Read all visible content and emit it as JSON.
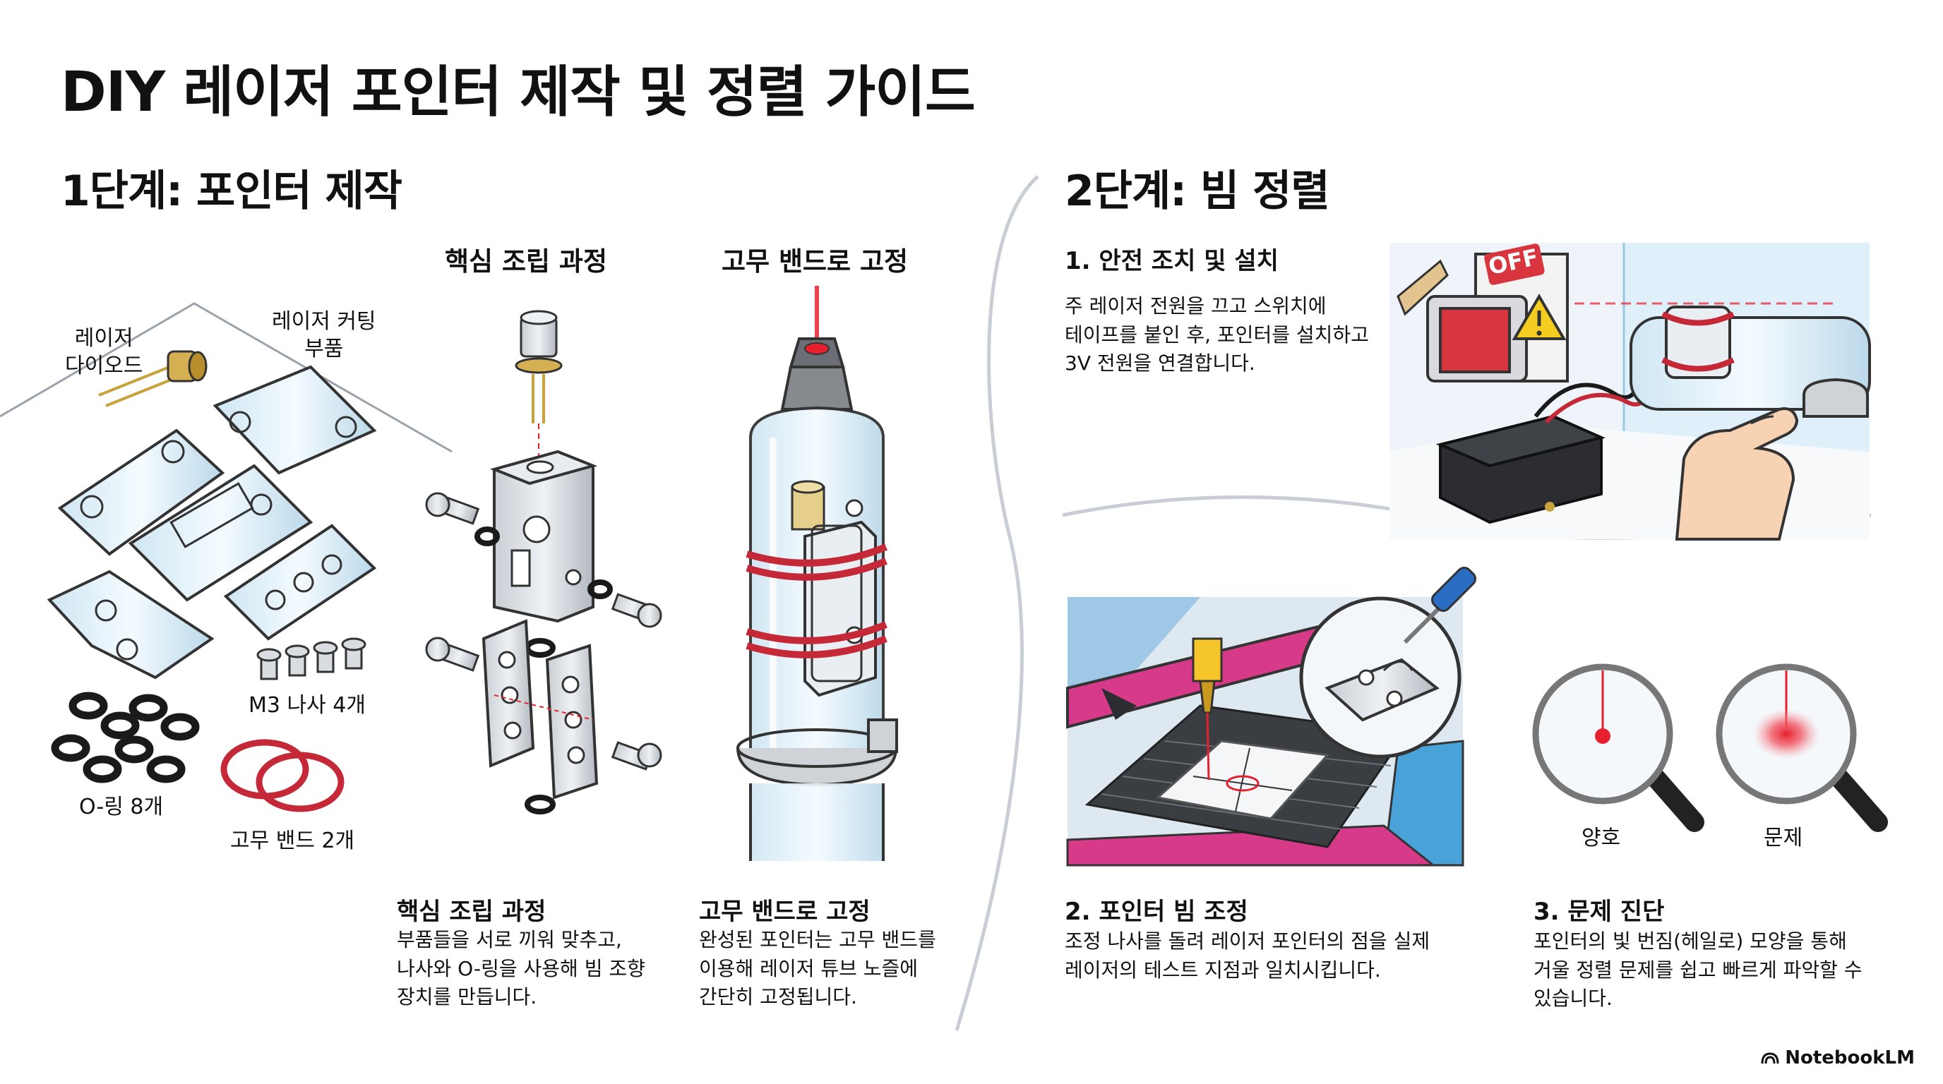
{
  "title": "DIY 레이저 포인터 제작 및 정렬 가이드",
  "stage1": {
    "heading": "1단계: 포인터 제작",
    "col_assembly": "핵심 조립 과정",
    "col_band": "고무 밴드로 고정",
    "parts": {
      "diode": "레이저\n다이오드",
      "cut_parts": "레이저 커팅\n부품",
      "screws": "M3 나사 4개",
      "orings": "O-링 8개",
      "bands": "고무 밴드 2개"
    },
    "assembly_caption": {
      "title": "핵심 조립 과정",
      "text": "부품들을 서로 끼워 맞추고,\n나사와 O-링을 사용해 빔 조향\n장치를 만듭니다."
    },
    "band_caption": {
      "title": "고무 밴드로 고정",
      "text": "완성된 포인터는 고무 밴드를\n이용해 레이저 튜브 노즐에\n간단히 고정됩니다."
    }
  },
  "stage2": {
    "heading": "2단계: 빔 정렬",
    "step1": {
      "title": "1. 안전 조치 및 설치",
      "text": "주 레이저 전원을 끄고 스위치에\n테이프를 붙인 후, 포인터를 설치하고\n3V 전원을 연결합니다.",
      "off_label": "OFF"
    },
    "step2": {
      "title": "2. 포인터 빔 조정",
      "text": "조정 나사를 돌려 레이저 포인터의 점을 실제\n레이저의 테스트 지점과 일치시킵니다."
    },
    "step3": {
      "title": "3. 문제 진단",
      "text": "포인터의 빛 번짐(헤일로) 모양을 통해\n거울 정렬 문제를 쉽고 빠르게 파악할 수\n있습니다.",
      "good": "양호",
      "bad": "문제"
    }
  },
  "brand": "NotebookLM",
  "colors": {
    "laser_red": "#e8202e",
    "band_red": "#d22a36",
    "tube_blue": "#4aa3d8",
    "bed_pink": "#d83a8a"
  },
  "icons": [
    "notebooklm-logo-icon",
    "warning-icon",
    "screwdriver-icon",
    "magnifier-icon"
  ]
}
